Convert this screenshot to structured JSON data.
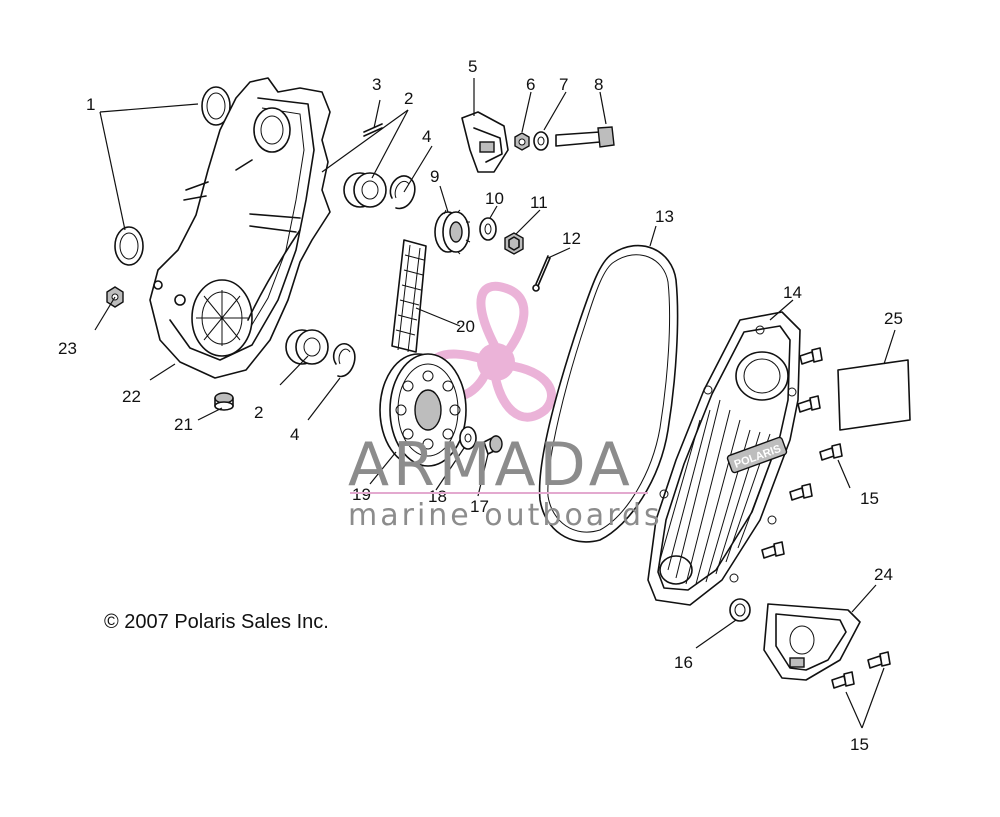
{
  "copyright": "© 2007 Polaris Sales Inc.",
  "cover_logo": "POLARIS",
  "watermark": {
    "brand": "ARMADA",
    "tagline": "marine outboards",
    "color": "#e8a6d2"
  },
  "callouts": {
    "c1": "1",
    "c2a": "2",
    "c2b": "2",
    "c3": "3",
    "c4a": "4",
    "c4b": "4",
    "c5": "5",
    "c6": "6",
    "c7": "7",
    "c8": "8",
    "c9": "9",
    "c10": "10",
    "c11": "11",
    "c12": "12",
    "c13": "13",
    "c14": "14",
    "c15a": "15",
    "c15b": "15",
    "c16": "16",
    "c17": "17",
    "c18": "18",
    "c19": "19",
    "c20": "20",
    "c21": "21",
    "c22": "22",
    "c23": "23",
    "c24": "24",
    "c25": "25"
  },
  "icons": [
    "propeller-logo-icon"
  ]
}
